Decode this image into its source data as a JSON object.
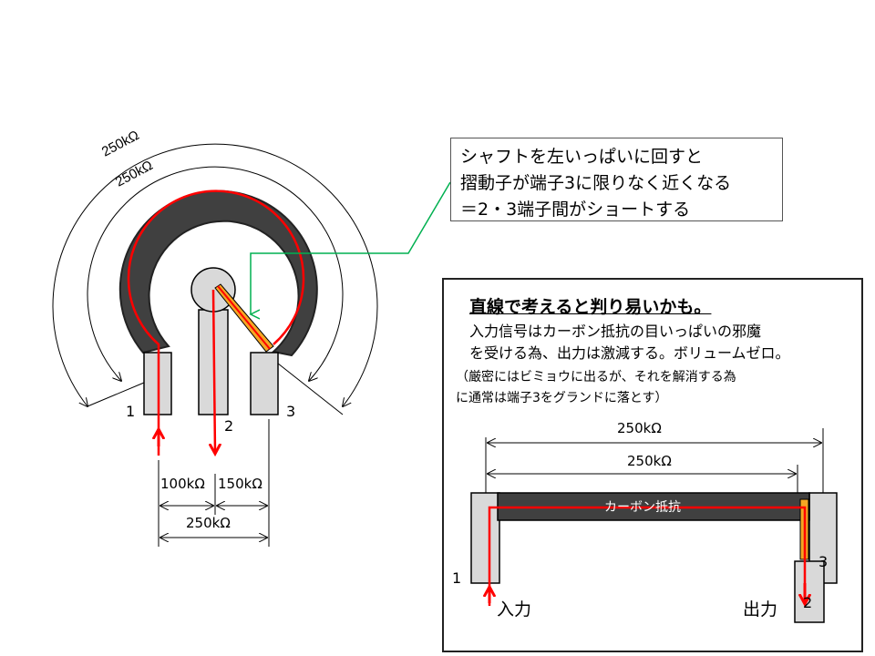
{
  "rotary": {
    "outer_arc_label": "250kΩ",
    "inner_arc_label": "250kΩ",
    "terminal_1": "1",
    "terminal_2": "2",
    "terminal_3": "3",
    "dim_left": "100kΩ",
    "dim_right": "150kΩ",
    "dim_total": "250kΩ"
  },
  "callout": {
    "line1": "シャフトを左いっぱいに回すと",
    "line2": "摺動子が端子3に限りなく近くなる",
    "line3": "＝2・3端子間がショートする"
  },
  "panel": {
    "title": "直線で考えると判り易いかも。",
    "line1": "入力信号はカーボン抵抗の目いっぱいの邪魔",
    "line2": "を受ける為、出力は激減する。ボリュームゼロ。",
    "line3": "（厳密にはビミョウに出るが、それを解消する為",
    "line4": "に通常は端子3をグランドに落とす）",
    "dim_outer": "250kΩ",
    "dim_inner": "250kΩ",
    "carbon_label": "カーボン抵抗",
    "terminal_1": "1",
    "terminal_2": "2",
    "terminal_3": "3",
    "input_label": "入力",
    "output_label": "出力"
  },
  "colors": {
    "carbon": "#404040",
    "terminal_fill": "#d9d9d9",
    "signal": "#ff0000",
    "wiper": "#f5a623",
    "callout_line": "#00b050"
  }
}
